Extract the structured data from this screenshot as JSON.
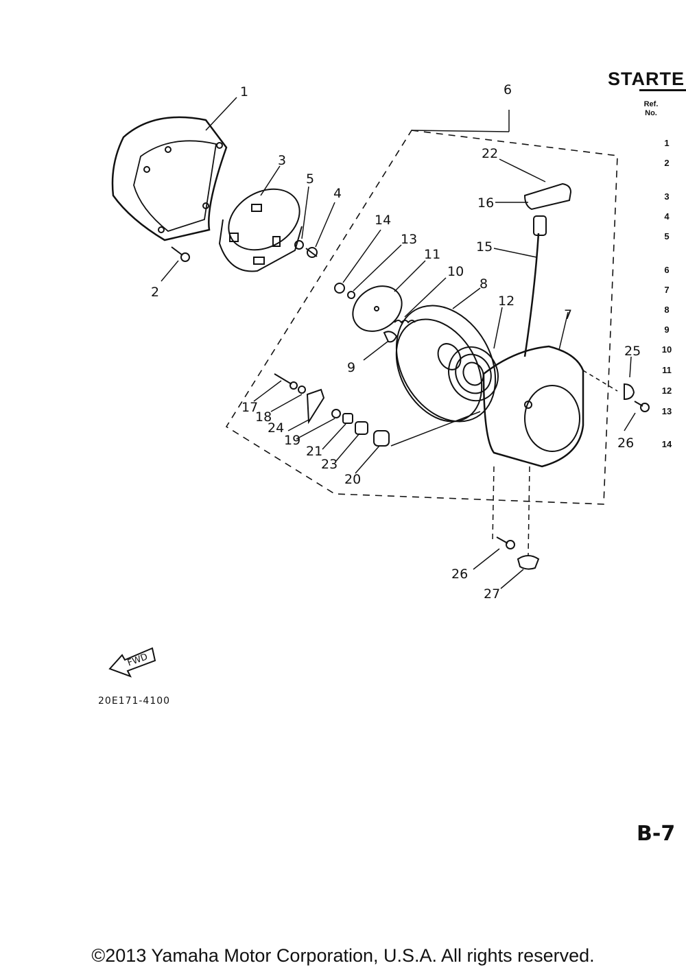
{
  "header": {
    "title": "STARTE",
    "col_ref": "Ref.",
    "col_no": "No."
  },
  "ref_numbers": [
    "1",
    "2",
    "3",
    "4",
    "5",
    "6",
    "7",
    "8",
    "9",
    "10",
    "11",
    "12",
    "13",
    "14"
  ],
  "callouts": {
    "c1": "1",
    "c2": "2",
    "c3": "3",
    "c4": "4",
    "c5": "5",
    "c6": "6",
    "c7": "7",
    "c8": "8",
    "c9": "9",
    "c10": "10",
    "c11": "11",
    "c12": "12",
    "c13": "13",
    "c14": "14",
    "c15": "15",
    "c16": "16",
    "c17": "17",
    "c18": "18",
    "c19": "19",
    "c20": "20",
    "c21": "21",
    "c22": "22",
    "c23": "23",
    "c24": "24",
    "c25": "25",
    "c26a": "26",
    "c26b": "26",
    "c27": "27"
  },
  "fwd_label": "FWD",
  "catalog_code": "20E171-4100",
  "page_number": "B-7",
  "copyright": "©2013 Yamaha Motor Corporation, U.S.A. All rights reserved."
}
